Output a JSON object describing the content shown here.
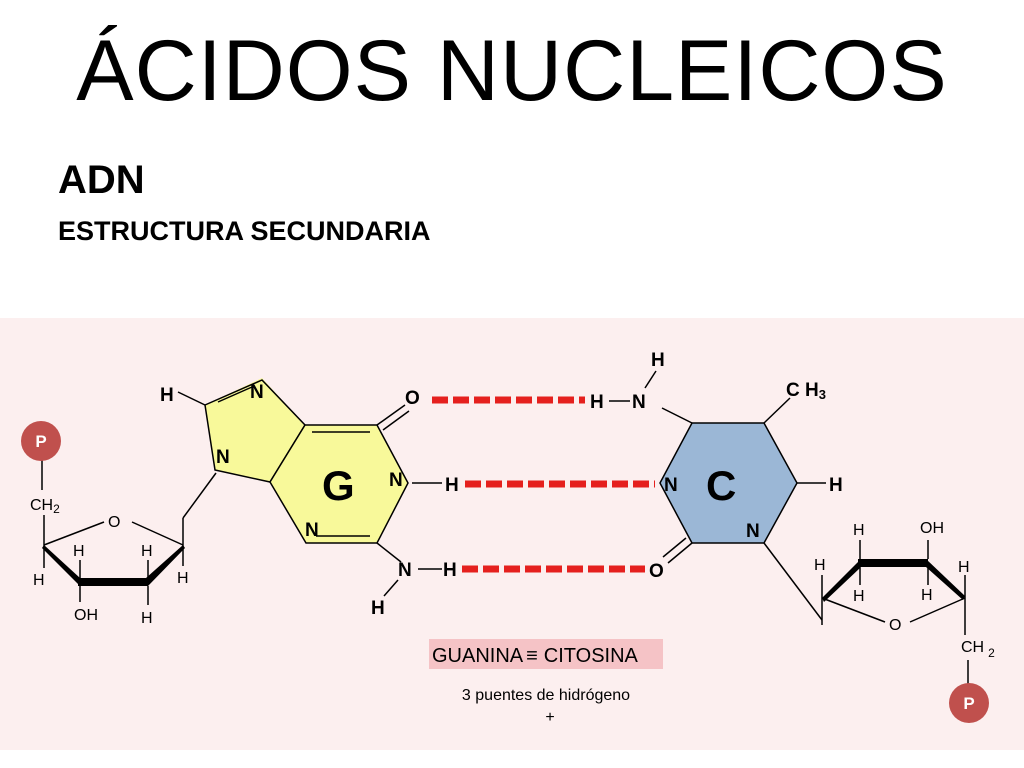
{
  "slide": {
    "title": "ÁCIDOS NUCLEICOS",
    "subtitle": "ADN",
    "subsubtitle": "ESTRUCTURA SECUNDARIA"
  },
  "diagram": {
    "guanine_label": "G",
    "cytosine_label": "C",
    "phosphate_label": "P",
    "atom_H": "H",
    "atom_N": "N",
    "atom_O": "O",
    "atom_OH": "OH",
    "atom_CH2": "CH",
    "atom_CH2_sub": "2",
    "atom_CH3": "C H",
    "atom_CH3_sub": "3",
    "pair_label": "GUANINA",
    "pair_label_right": "CITOSINA",
    "pair_symbol": "≡",
    "bond_note": "3 puentes de hidrógeno",
    "bond_note_mark": "+",
    "colors": {
      "guanine_fill": "#f8f99a",
      "cytosine_fill": "#9bb7d6",
      "hbond": "#e5201e",
      "phosphate": "#c0504d",
      "pair_label_bg": "#f5c3c6",
      "panel_bg": "#fcefef"
    }
  }
}
